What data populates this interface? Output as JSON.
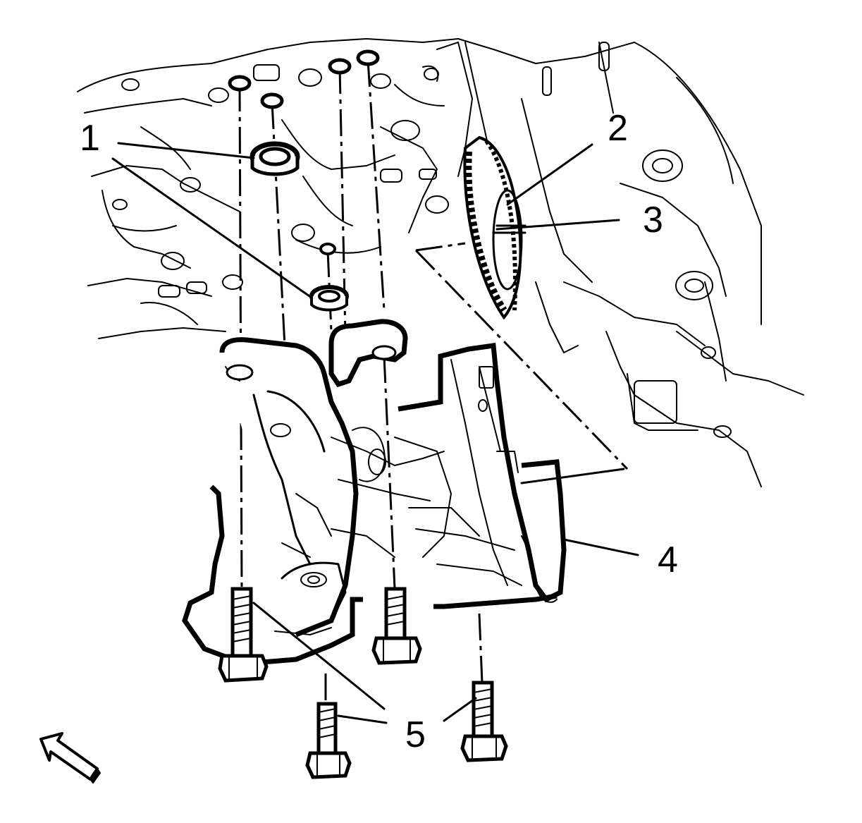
{
  "callouts": [
    {
      "id": "1",
      "text": "1"
    },
    {
      "id": "2",
      "text": "2"
    },
    {
      "id": "3",
      "text": "3"
    },
    {
      "id": "4",
      "text": "4"
    },
    {
      "id": "5",
      "text": "5"
    }
  ],
  "colors": {
    "line": "#000000",
    "background": "#ffffff"
  },
  "icons": [
    "view-direction-arrow-icon"
  ]
}
